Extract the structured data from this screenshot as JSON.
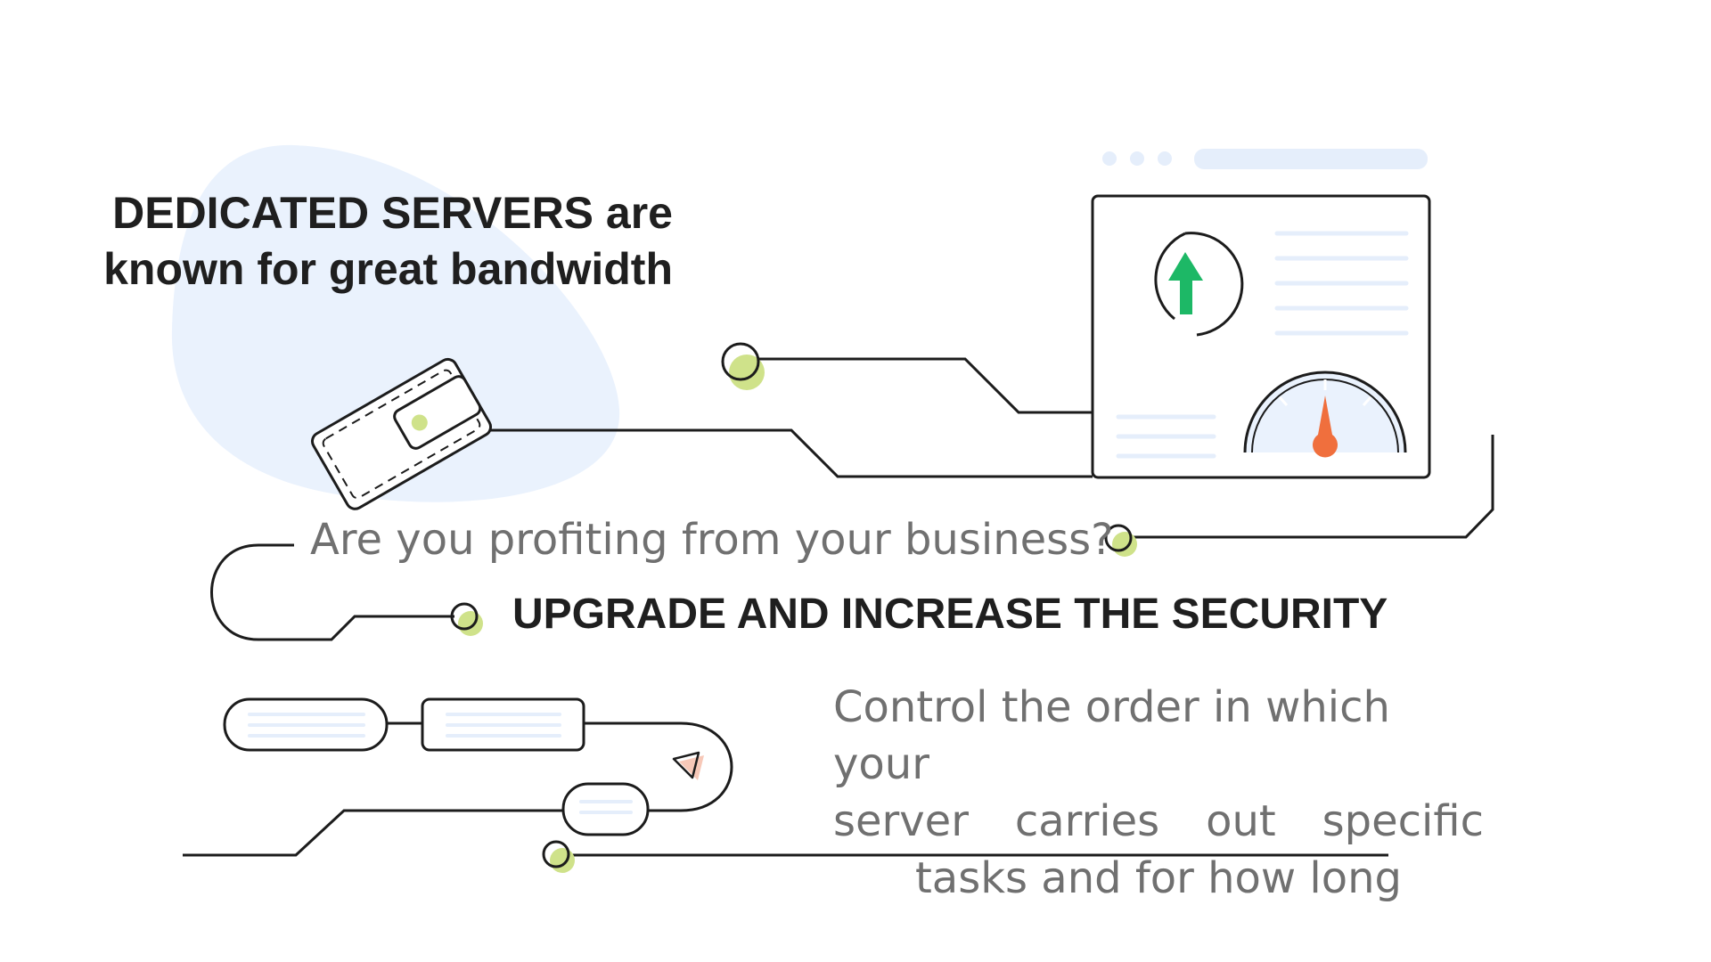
{
  "title": {
    "line1": "DEDICATED SERVERS are",
    "line2": "known for great bandwidth"
  },
  "question": "Are you profiting from your business?",
  "upgrade": "UPGRADE AND INCREASE THE SECURITY",
  "paragraph": {
    "line1": "Control the order in which your",
    "line2_words": [
      "server",
      "carries",
      "out",
      "specific"
    ],
    "line3": "tasks and for how long"
  },
  "icons": {
    "wallet": "wallet-icon",
    "upload": "upload-arrow-icon",
    "speedometer": "speedometer-icon",
    "cursor": "cursor-arrow-icon"
  },
  "colors": {
    "blob": "#eaf2fd",
    "accent_lime": "#cfe28a",
    "arrow_green": "#1db866",
    "needle_orange": "#f06f3d",
    "line_dark": "#1c1c1c",
    "placeholder_blue": "#e5eefb"
  }
}
